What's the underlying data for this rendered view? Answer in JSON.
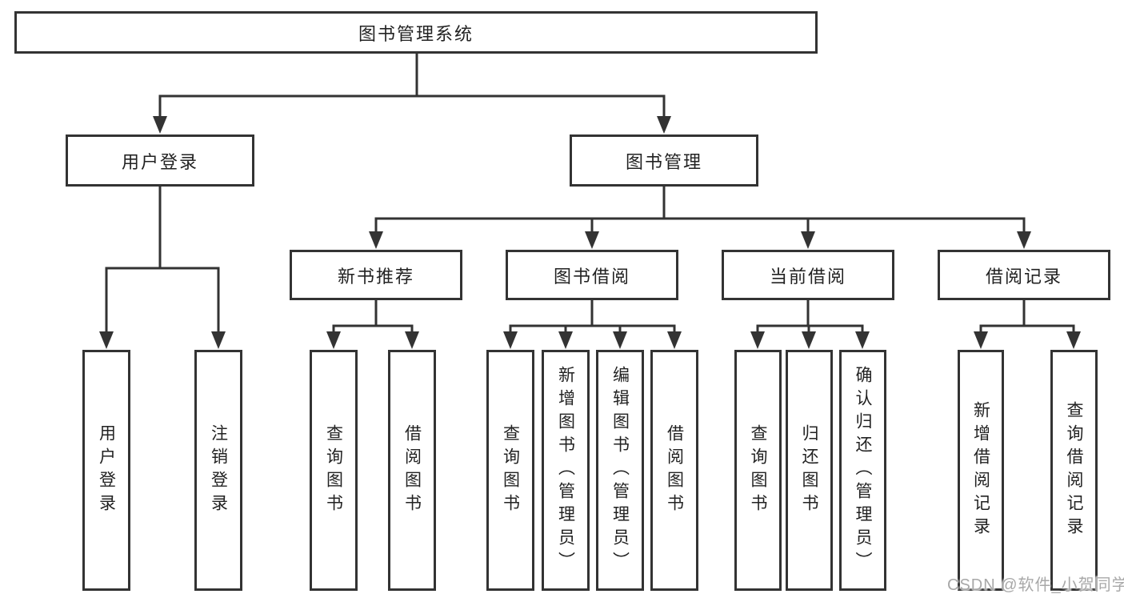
{
  "tree": {
    "label": "图书管理系统",
    "children": [
      {
        "label": "用户登录",
        "children": [
          {
            "label": "用户登录"
          },
          {
            "label": "注销登录"
          }
        ]
      },
      {
        "label": "图书管理",
        "children": [
          {
            "label": "新书推荐",
            "children": [
              {
                "label": "查询图书"
              },
              {
                "label": "借阅图书"
              }
            ]
          },
          {
            "label": "图书借阅",
            "children": [
              {
                "label": "查询图书"
              },
              {
                "label": "新增图书（管理员）"
              },
              {
                "label": "编辑图书（管理员）"
              },
              {
                "label": "借阅图书"
              }
            ]
          },
          {
            "label": "当前借阅",
            "children": [
              {
                "label": "查询图书"
              },
              {
                "label": "归还图书"
              },
              {
                "label": "确认归还（管理员）"
              }
            ]
          },
          {
            "label": "借阅记录",
            "children": [
              {
                "label": "新增借阅记录"
              },
              {
                "label": "查询借阅记录"
              }
            ]
          }
        ]
      }
    ]
  },
  "watermark": {
    "text": "CSDN @软件_小贺同学"
  },
  "colors": {
    "line": "#333333",
    "box_border": "#333333",
    "box_fill": "#ffffff",
    "text": "#222222",
    "watermark": "#a8a8a8",
    "background": "#ffffff"
  }
}
